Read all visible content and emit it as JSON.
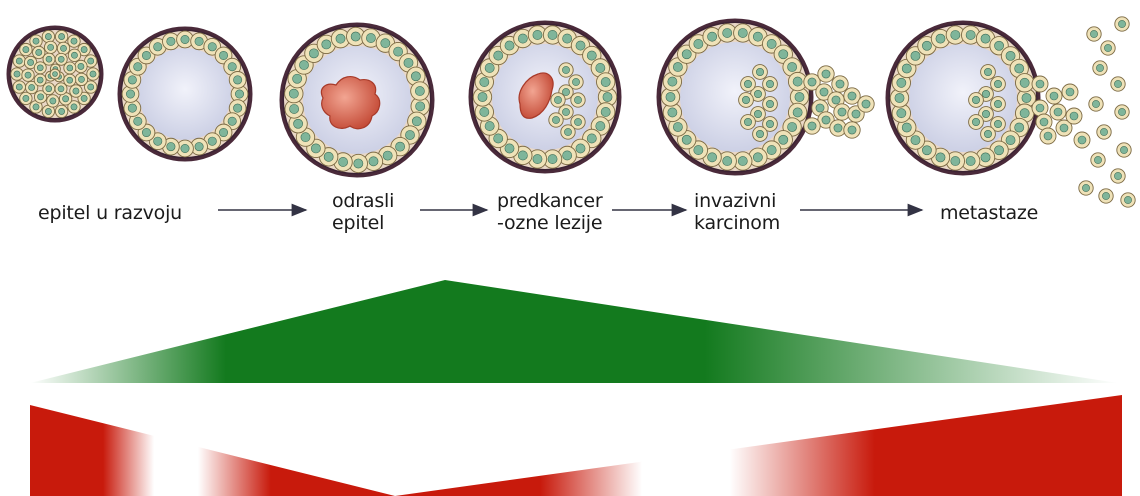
{
  "stages": [
    {
      "label": "epitel u razvoju"
    },
    {
      "label": "odrasli\nepitel"
    },
    {
      "label": "predkancer\n-ozne lezije"
    },
    {
      "label": "invazivni\nkarcinom"
    },
    {
      "label": "metastaze"
    }
  ],
  "colors": {
    "green": "#137a1e",
    "red": "#c81a0c",
    "cell_fill": "#efe2b8",
    "nucleus": "#7fb59a",
    "lumen": "#d8dcef",
    "basement": "#4a2a3a",
    "lesion": "#d7604e",
    "arrow": "#333344"
  }
}
